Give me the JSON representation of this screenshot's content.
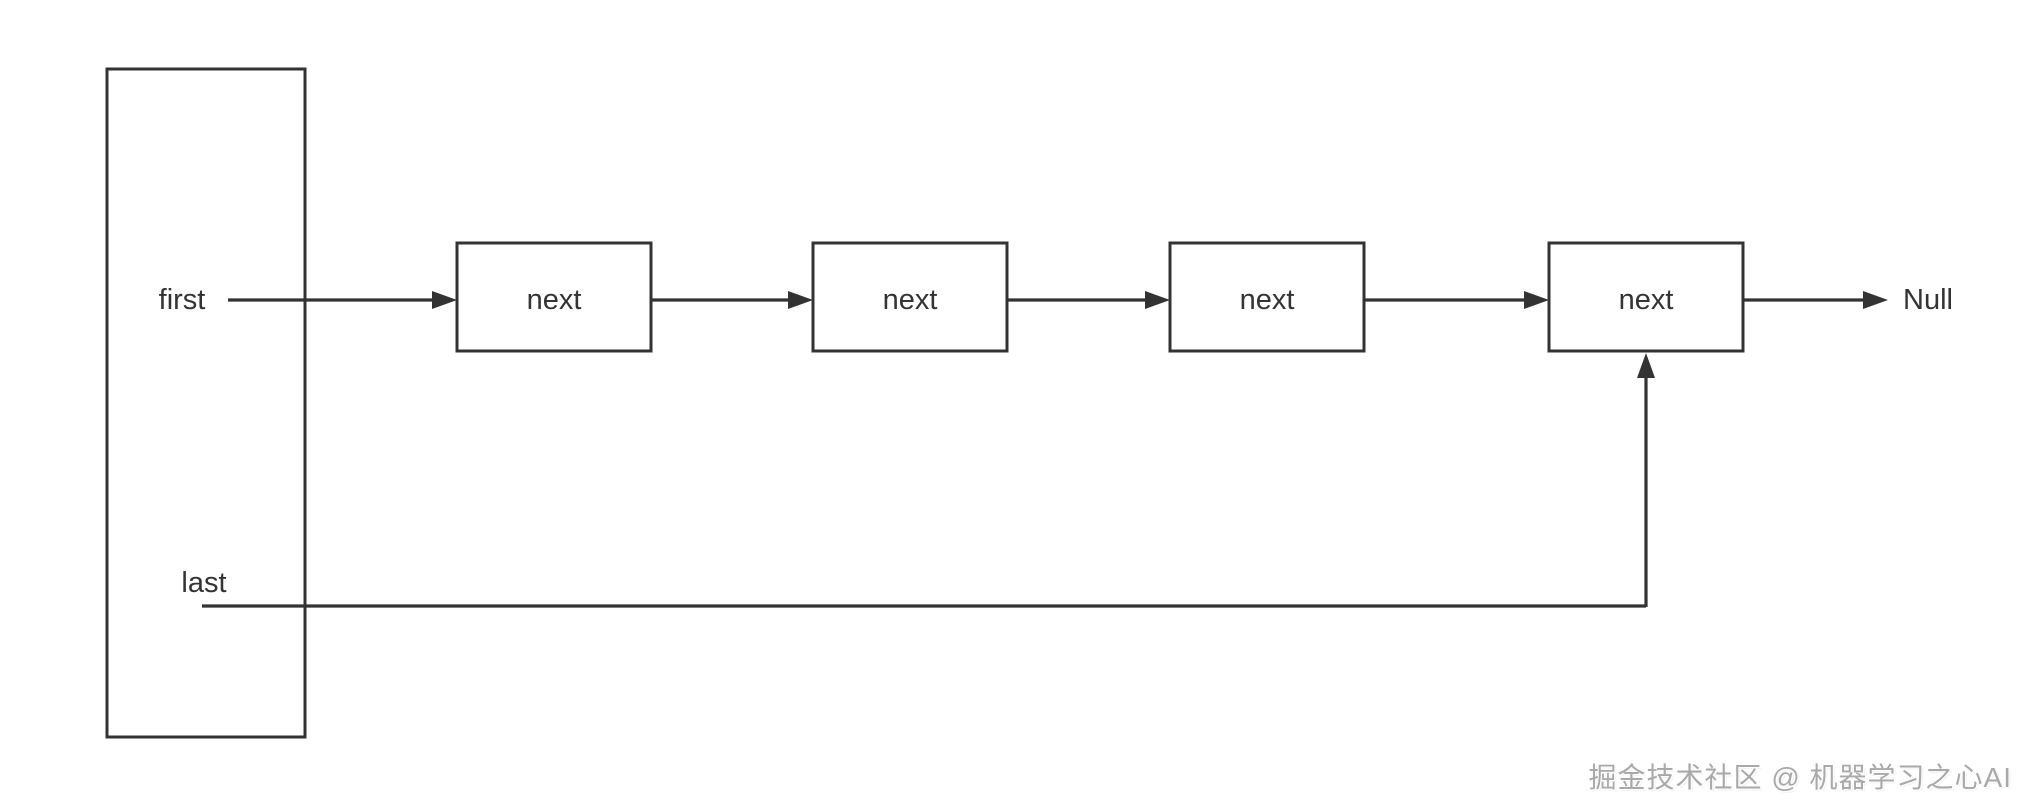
{
  "colors": {
    "background": "#ffffff",
    "line": "#333333",
    "text": "#333333",
    "watermark_text": "#a9a9a9"
  },
  "diagram": {
    "type": "linked-list",
    "pointers": {
      "first": "first",
      "last": "last"
    },
    "nodes": [
      {
        "label": "next"
      },
      {
        "label": "next"
      },
      {
        "label": "next"
      },
      {
        "label": "next"
      }
    ],
    "terminator": "Null"
  },
  "watermark": {
    "text": "掘金技术社区 @ 机器学习之心AI"
  }
}
